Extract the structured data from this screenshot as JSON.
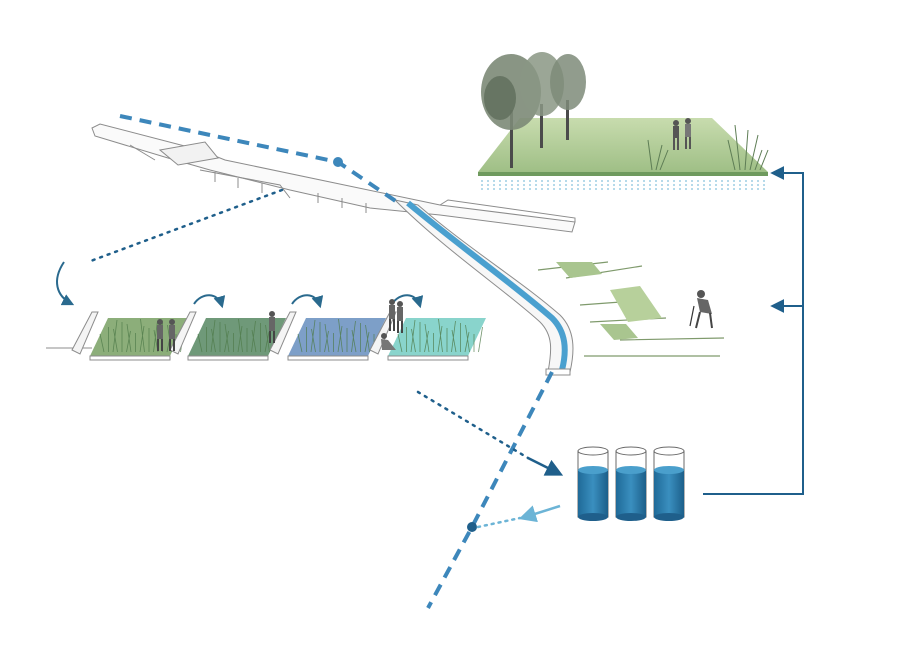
{
  "colors": {
    "background": "#ffffff",
    "blue_dark": "#1f5f8b",
    "blue_mid": "#3d87bb",
    "blue_light": "#6cb4d6",
    "water": "#4aa0cf",
    "tank": "#2d78a6",
    "grass_dark": "#5f8a5a",
    "grass_light": "#a9c58f",
    "field": "#b7d09b",
    "teal_pool": "#7fcfc7",
    "blue_pool": "#7fa8cf",
    "line_gray": "#9a9a9a",
    "tree": "#6d7a6a"
  },
  "icons": {
    "people": "person-figure-icon",
    "trees": "tree-icon",
    "tanks": "water-tank-icon",
    "arrows": "flow-arrow-icon"
  },
  "wetland_cells": [
    {
      "name": "reed-cell-1",
      "fill": "#7fa56c"
    },
    {
      "name": "reed-cell-2",
      "fill": "#5f8e6a"
    },
    {
      "name": "reed-cell-3",
      "fill": "#6f95c2"
    },
    {
      "name": "reed-cell-4",
      "fill": "#7ccfc6"
    }
  ],
  "tanks": [
    {
      "name": "storage-tank-1"
    },
    {
      "name": "storage-tank-2"
    },
    {
      "name": "storage-tank-3"
    }
  ]
}
